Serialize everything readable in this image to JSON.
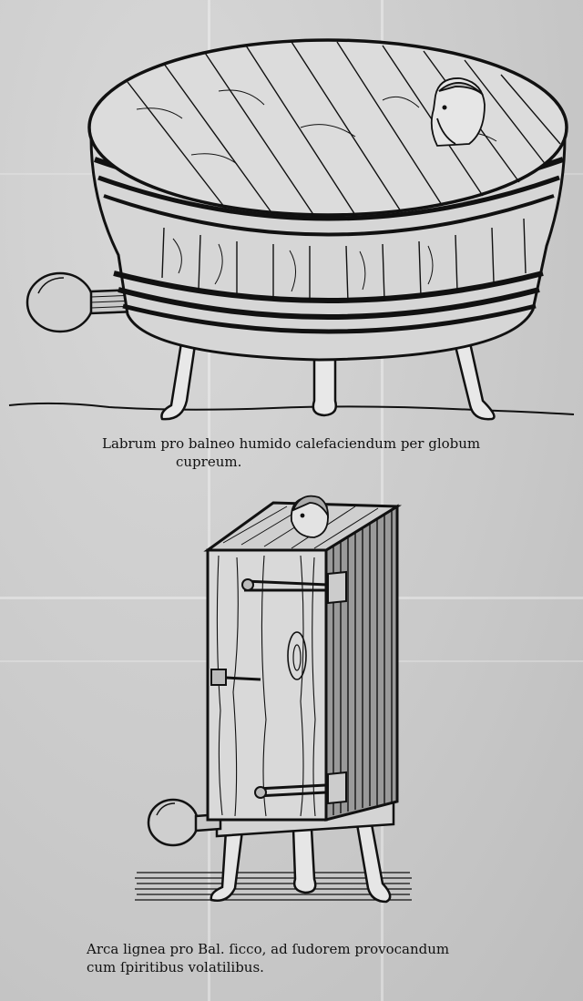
{
  "captions": {
    "tub_line1": "Labrum pro balneo humido calefaciendum per globum",
    "tub_line2": "cupreum.",
    "box_line1": "Arca lignea pro Bal. ſicco, ad ſudorem provocandum",
    "box_line2": "cum ſpiritibus volatilibus."
  },
  "illustrations": {
    "top": "wooden-bath-tub-with-copper-ball-heater",
    "bottom": "wooden-sweat-box-with-copper-ball-heater"
  },
  "colors": {
    "paper": "#cfcfcf",
    "ink": "#111111"
  }
}
